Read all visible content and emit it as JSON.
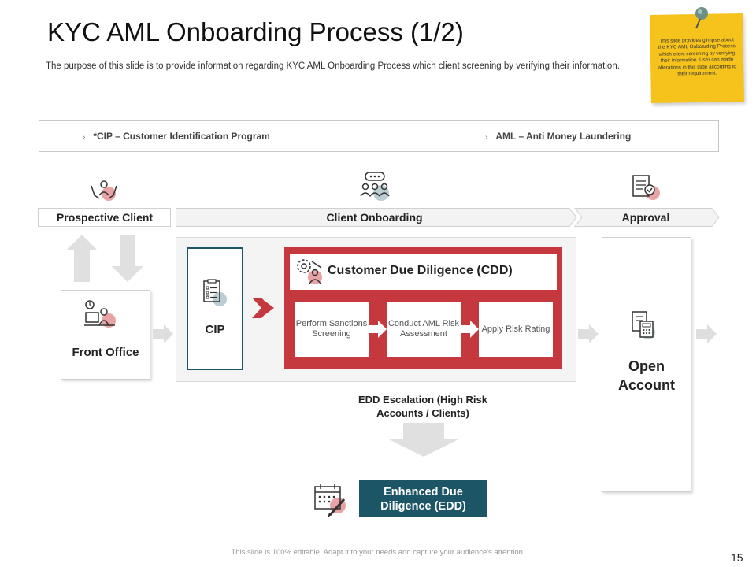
{
  "slide": {
    "title": "KYC AML Onboarding Process (1/2)",
    "subtitle": "The purpose of this slide is to provide information regarding KYC AML  Onboarding Process which client screening by verifying their information.",
    "sticky_note": "This slide provides glimpse about the KYC AML Onboarding Process which client screening by verifying their information. User can made alterations in this slide according to their requirement.",
    "footer": "This slide is 100% editable. Adapt it to your needs and capture your audience's attention.",
    "page_number": "15"
  },
  "legend": {
    "items": [
      {
        "label": "*CIP – Customer Identification Program",
        "chevron": "›"
      },
      {
        "label": "AML – Anti Money Laundering",
        "chevron": "›"
      }
    ]
  },
  "stages": [
    {
      "label": "Prospective Client",
      "icon": "hands-person-icon"
    },
    {
      "label": "Client Onboarding",
      "icon": "team-chat-icon"
    },
    {
      "label": "Approval",
      "icon": "document-check-icon"
    }
  ],
  "front_office": {
    "label": "Front Office",
    "icon": "desk-worker-icon"
  },
  "cip": {
    "label": "CIP",
    "icon": "checklist-icon"
  },
  "cdd": {
    "title": "Customer Due Diligence (CDD)",
    "icon": "gear-person-icon",
    "steps": [
      "Perform Sanctions Screening",
      "Conduct AML Risk Assessment",
      "Apply Risk Rating"
    ]
  },
  "open_account": {
    "label": "Open Account",
    "icon": "calculator-document-icon"
  },
  "edd_escalation": "EDD Escalation (High Risk Accounts / Clients)",
  "edd": {
    "label": "Enhanced Due Diligence (EDD)",
    "icon": "calendar-pencil-icon"
  },
  "colors": {
    "red": "#c5393e",
    "teal": "#1b5566",
    "note_yellow": "#f5c31c",
    "arrow_gray": "#dedede"
  }
}
